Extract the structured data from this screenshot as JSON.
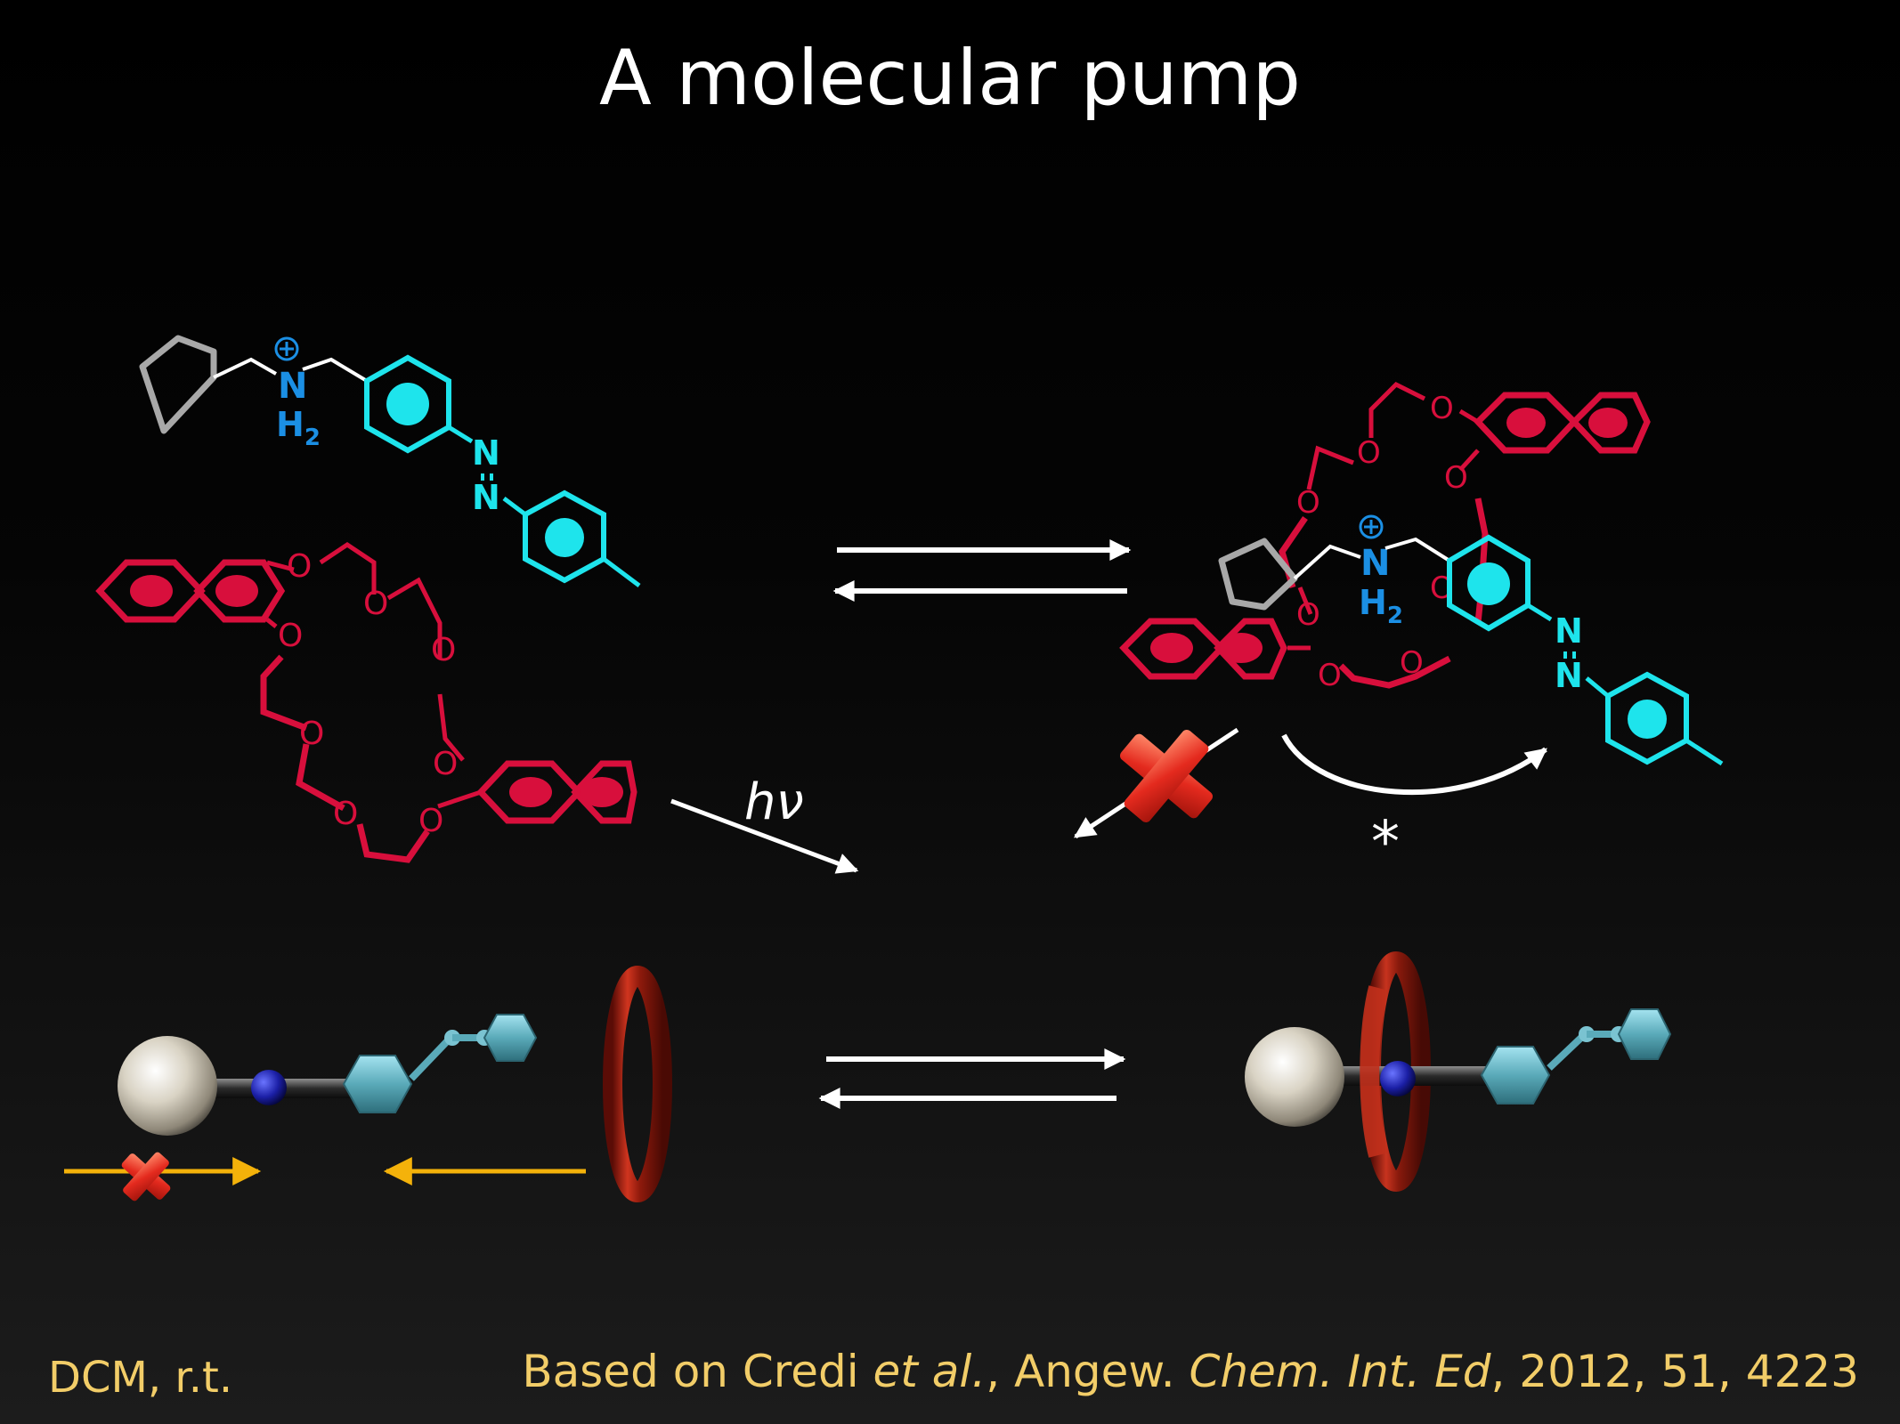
{
  "slide": {
    "title": "A molecular pump",
    "conditions": "DCM, r.t.",
    "citation": {
      "prefix": "Based on Credi ",
      "authors_italic": "et al.",
      "journal_a": ", Angew. ",
      "journal_b_italic": "Chem. Int. Ed",
      "suffix": ", 2012, 51, 4223"
    }
  },
  "labels": {
    "nitrogen": "N",
    "h2_h": "H",
    "h2_sub": "2",
    "oxygen": "O",
    "light": "hν",
    "asterisk": "*"
  },
  "colors": {
    "crown": "#d80f3c",
    "ammonium": "#1b8fe4",
    "azobenzene": "#1ee4ec",
    "stopper": "#a8a8a8",
    "arrow": "#ffffff",
    "motion_arrow": "#f4b20a",
    "forbidden_cross": "#e42a1e",
    "ring": "#a91d11",
    "footer_text": "#f2cd68"
  },
  "icons": [
    "forbidden-cross-icon",
    "ring-icon",
    "stopper-sphere-icon"
  ]
}
